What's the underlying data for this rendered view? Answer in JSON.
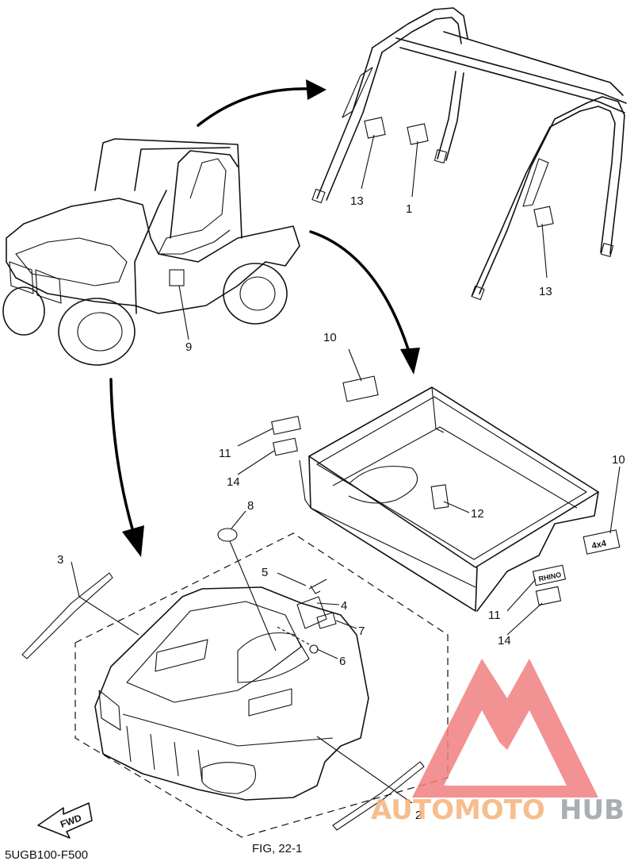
{
  "callouts": {
    "c1": "1",
    "c2": "2",
    "c3": "3",
    "c4": "4",
    "c5": "5",
    "c6": "6",
    "c7": "7",
    "c8": "8",
    "c9": "9",
    "c10a": "10",
    "c10b": "10",
    "c11a": "11",
    "c11b": "11",
    "c12": "12",
    "c13a": "13",
    "c13b": "13",
    "c14a": "14",
    "c14b": "14"
  },
  "fwd_label": "FWD",
  "fig_ref": "FIG, 22-1",
  "diagram_code": "5UGB100-F500",
  "watermark": {
    "part1": "AUTOMOTO",
    "part2": "HUB",
    "color1": "#f5b27a",
    "color2": "#9aa0a6",
    "triangle_color": "#f08080"
  },
  "decals": {
    "box_decal_text": "4x4",
    "side_decal_text": "RHINO"
  }
}
